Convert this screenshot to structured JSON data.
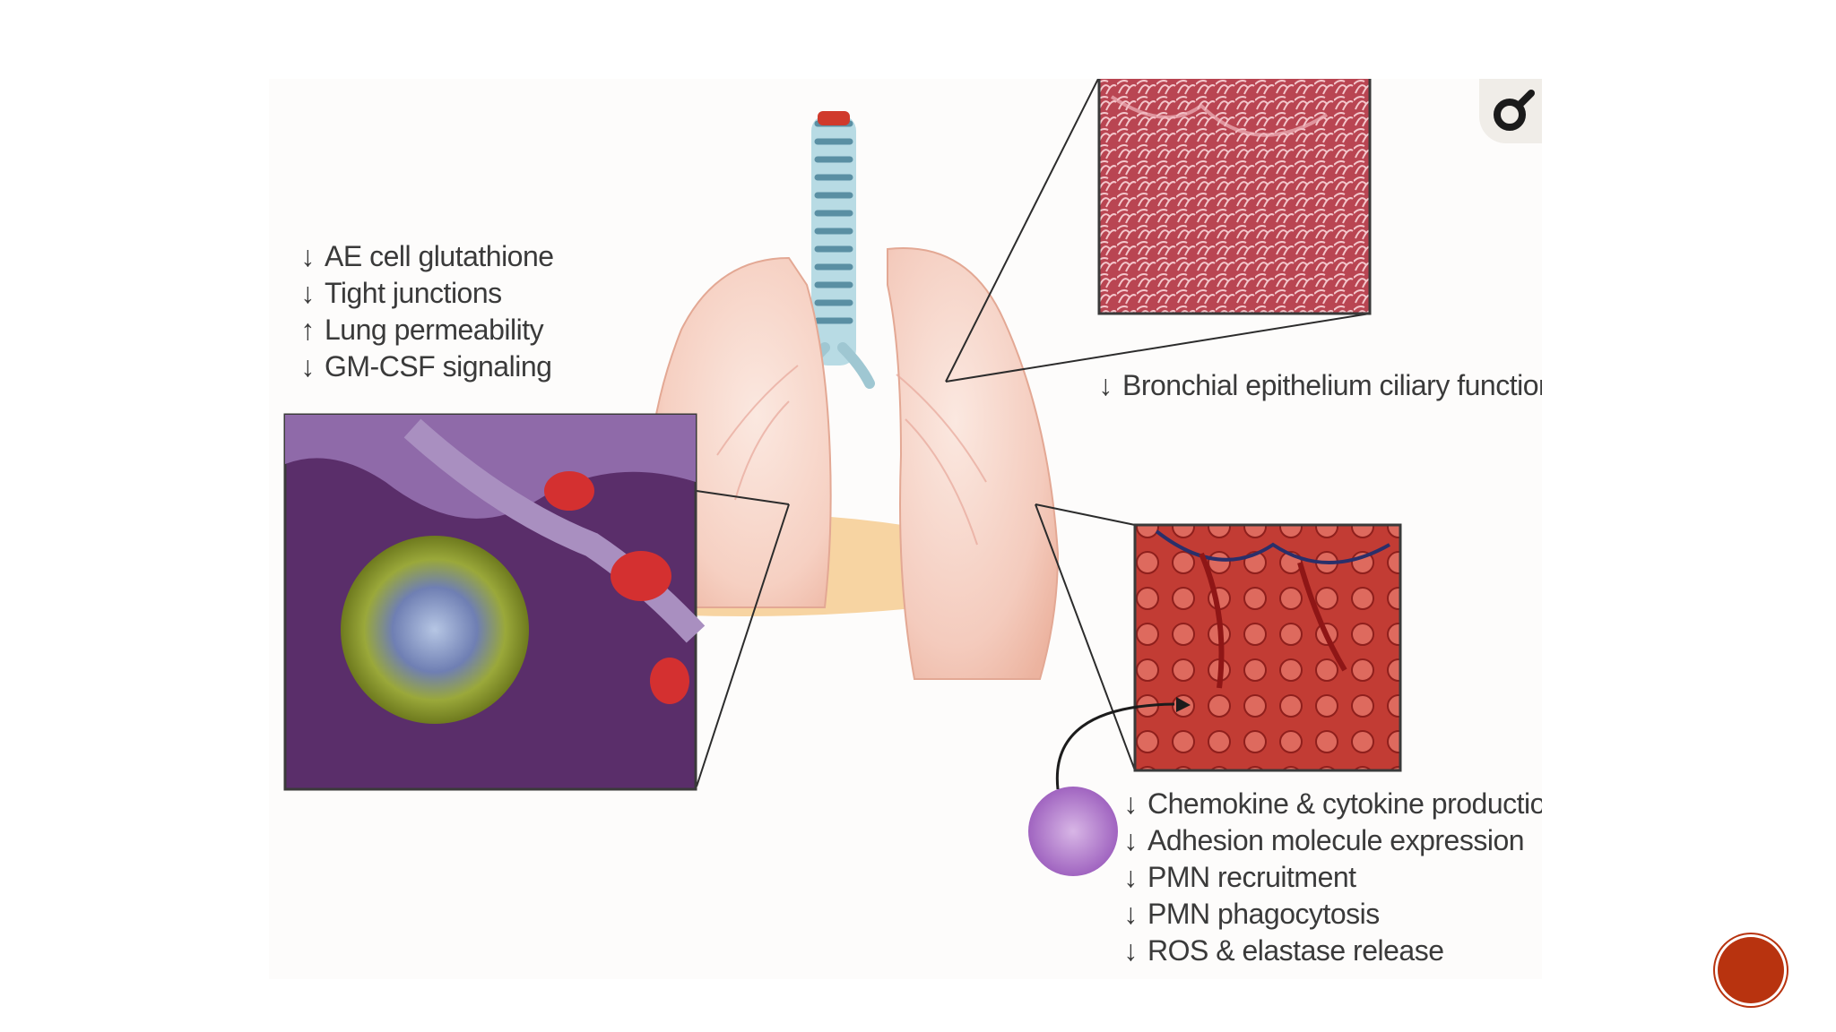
{
  "left_labels": [
    {
      "arrow": "↓",
      "text": "AE cell glutathione"
    },
    {
      "arrow": "↓",
      "text": "Tight junctions"
    },
    {
      "arrow": "↑",
      "text": "Lung permeability"
    },
    {
      "arrow": "↓",
      "text": "GM-CSF signaling"
    }
  ],
  "bronchial_label": {
    "arrow": "↓",
    "text": "Bronchial epithelium ciliary functior"
  },
  "right_labels": [
    {
      "arrow": "↓",
      "text": "Chemokine & cytokine productior"
    },
    {
      "arrow": "↓",
      "text": "Adhesion molecule expression"
    },
    {
      "arrow": "↓",
      "text": "PMN recruitment"
    },
    {
      "arrow": "↓",
      "text": "PMN phagocytosis"
    },
    {
      "arrow": "↓",
      "text": "ROS & elastase release"
    }
  ],
  "colors": {
    "slide_number_badge": "#b8330f",
    "lung_pink": "#f5cfc3",
    "cilia_red": "#c9505e",
    "alveoli_red": "#c8342e",
    "macrophage_purple": "#5a2e6a"
  },
  "icons": {
    "corner_logo": "magnifier-icon"
  }
}
